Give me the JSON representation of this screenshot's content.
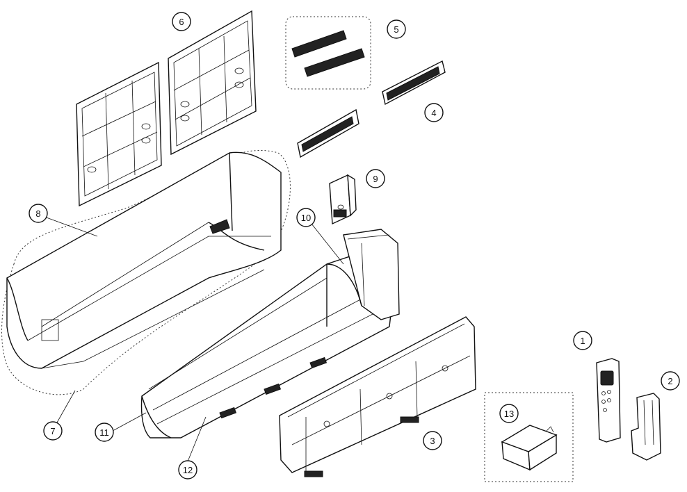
{
  "callouts": [
    {
      "id": "c1",
      "label": "1"
    },
    {
      "id": "c2",
      "label": "2"
    },
    {
      "id": "c3",
      "label": "3"
    },
    {
      "id": "c4",
      "label": "4"
    },
    {
      "id": "c5",
      "label": "5"
    },
    {
      "id": "c6",
      "label": "6"
    },
    {
      "id": "c7",
      "label": "7"
    },
    {
      "id": "c8",
      "label": "8"
    },
    {
      "id": "c9",
      "label": "9"
    },
    {
      "id": "c10",
      "label": "10"
    },
    {
      "id": "c11",
      "label": "11"
    },
    {
      "id": "c12",
      "label": "12"
    },
    {
      "id": "c13",
      "label": "13"
    }
  ],
  "colors": {
    "line": "#111111",
    "background": "#ffffff"
  }
}
